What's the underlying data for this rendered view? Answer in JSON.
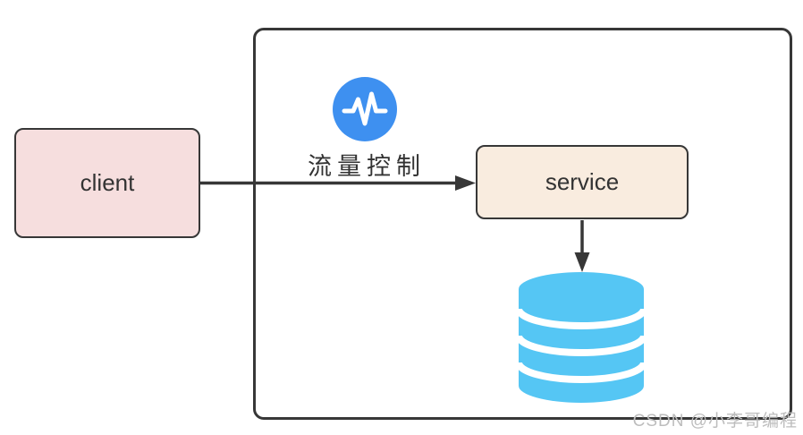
{
  "diagram": {
    "nodes": {
      "client": {
        "label": "client",
        "fill": "#f6dede"
      },
      "service": {
        "label": "service",
        "fill": "#f9ecdf"
      }
    },
    "flow_control": {
      "label": "流量控制",
      "icon": "pulse-waveform-icon"
    },
    "database": {
      "icon": "database-cylinder-icon"
    },
    "edges": [
      {
        "from": "client",
        "to": "service",
        "direction": "right"
      },
      {
        "from": "service",
        "to": "database",
        "direction": "down"
      }
    ],
    "colors": {
      "client_fill": "#f6dede",
      "service_fill": "#f9ecdf",
      "flow_icon_bg": "#3e90f0",
      "flow_icon_glyph": "#ffffff",
      "database_blue": "#55c6f4",
      "stroke_dark": "#373737",
      "text": "#333333",
      "watermark_gray": "#bdbdbd"
    }
  },
  "watermark": {
    "text": "CSDN @小李哥编程"
  }
}
